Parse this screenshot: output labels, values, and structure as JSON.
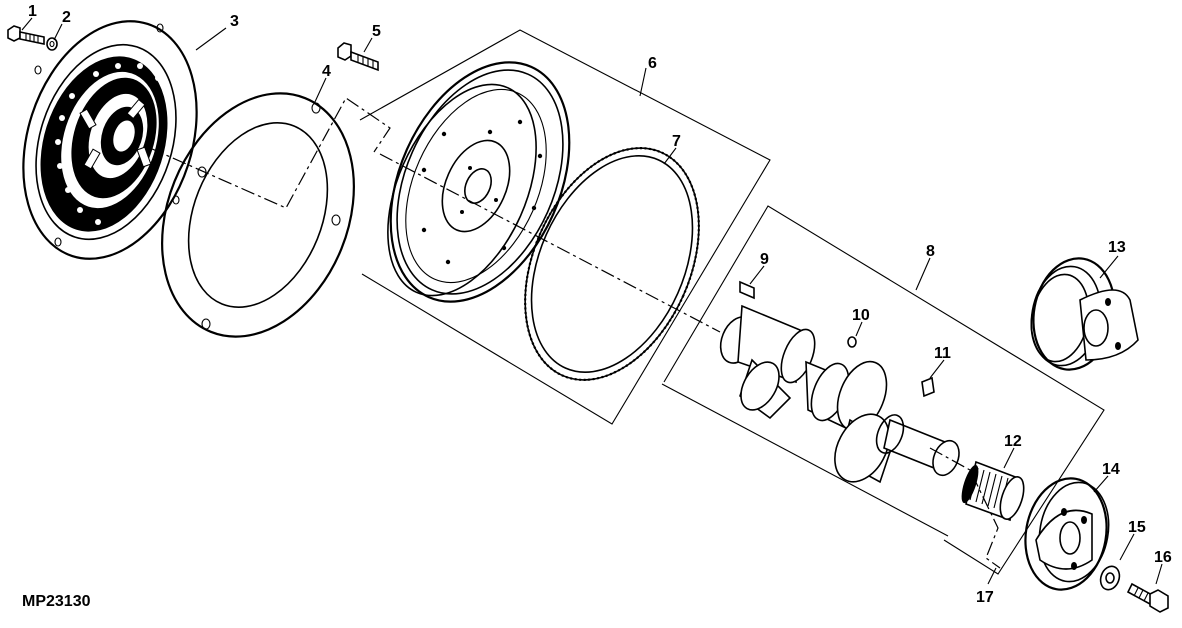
{
  "figure_id": "MP23130",
  "callouts": {
    "c1": "1",
    "c2": "2",
    "c3": "3",
    "c4": "4",
    "c5": "5",
    "c6": "6",
    "c7": "7",
    "c8": "8",
    "c9": "9",
    "c10": "10",
    "c11": "11",
    "c12": "12",
    "c13": "13",
    "c14": "14",
    "c15": "15",
    "c16": "16",
    "c17": "17"
  },
  "colors": {
    "line": "#000000",
    "background": "#ffffff"
  }
}
